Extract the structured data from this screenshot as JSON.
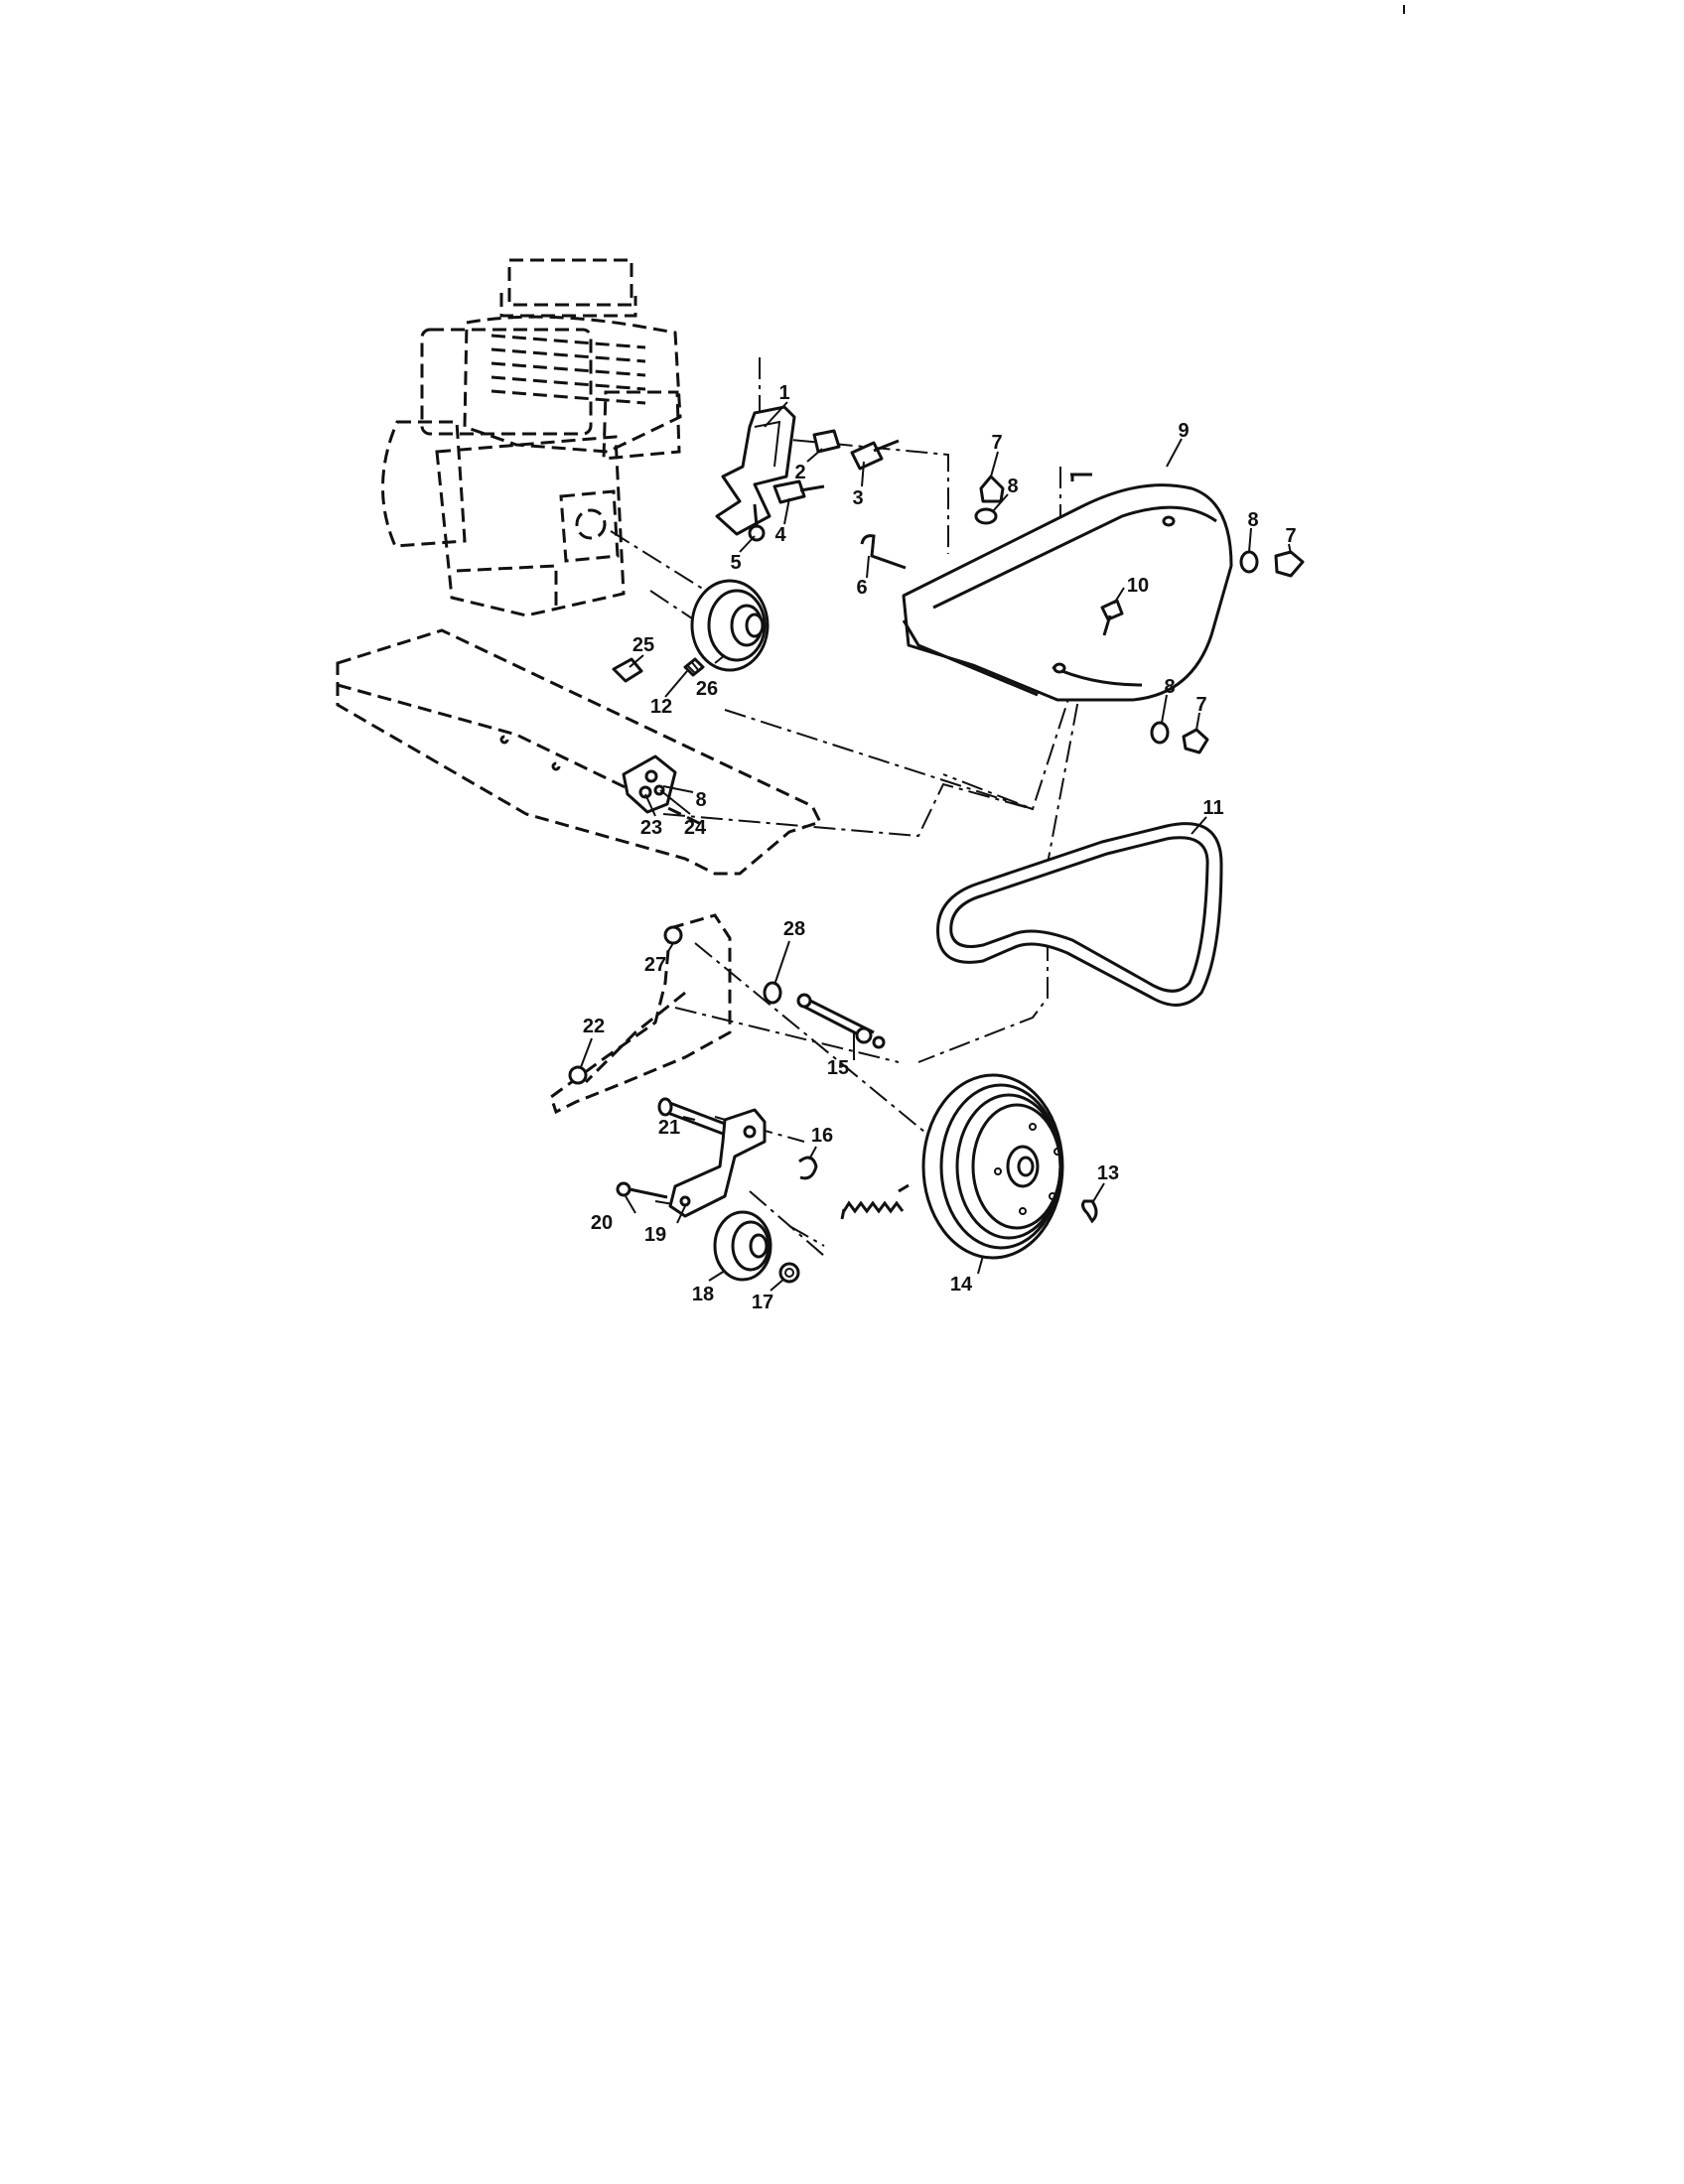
{
  "diagram": {
    "callouts": [
      {
        "id": "c1",
        "label": "1"
      },
      {
        "id": "c2",
        "label": "2"
      },
      {
        "id": "c3",
        "label": "3"
      },
      {
        "id": "c4",
        "label": "4"
      },
      {
        "id": "c5",
        "label": "5"
      },
      {
        "id": "c6",
        "label": "6"
      },
      {
        "id": "c7a",
        "label": "7"
      },
      {
        "id": "c8a",
        "label": "8"
      },
      {
        "id": "c9",
        "label": "9"
      },
      {
        "id": "c8b",
        "label": "8"
      },
      {
        "id": "c7b",
        "label": "7"
      },
      {
        "id": "c10",
        "label": "10"
      },
      {
        "id": "c8c",
        "label": "8"
      },
      {
        "id": "c7c",
        "label": "7"
      },
      {
        "id": "c11",
        "label": "11"
      },
      {
        "id": "c25",
        "label": "25"
      },
      {
        "id": "c12",
        "label": "12"
      },
      {
        "id": "c26",
        "label": "26"
      },
      {
        "id": "c8d",
        "label": "8"
      },
      {
        "id": "c23",
        "label": "23"
      },
      {
        "id": "c24",
        "label": "24"
      },
      {
        "id": "c27",
        "label": "27"
      },
      {
        "id": "c28",
        "label": "28"
      },
      {
        "id": "c22",
        "label": "22"
      },
      {
        "id": "c15",
        "label": "15"
      },
      {
        "id": "c21",
        "label": "21"
      },
      {
        "id": "c16",
        "label": "16"
      },
      {
        "id": "c13",
        "label": "13"
      },
      {
        "id": "c20",
        "label": "20"
      },
      {
        "id": "c19",
        "label": "19"
      },
      {
        "id": "c18",
        "label": "18"
      },
      {
        "id": "c17",
        "label": "17"
      },
      {
        "id": "c14",
        "label": "14"
      }
    ]
  }
}
